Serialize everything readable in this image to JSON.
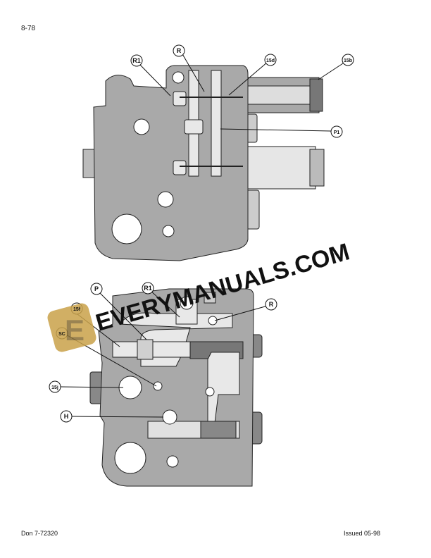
{
  "page_number": "8-78",
  "footer": {
    "left": "Don 7-72320",
    "right": "Issued 05-98"
  },
  "figure_top": {
    "callouts": [
      "R1",
      "R",
      "15d",
      "15b",
      "P1"
    ]
  },
  "figure_bottom": {
    "callouts": [
      "P",
      "R1",
      "R",
      "15f",
      "SC",
      "15j",
      "H"
    ]
  },
  "watermark": {
    "text": "EVERYMANUALS.COM",
    "logo_letter": "E",
    "color": "#c9a24a"
  }
}
